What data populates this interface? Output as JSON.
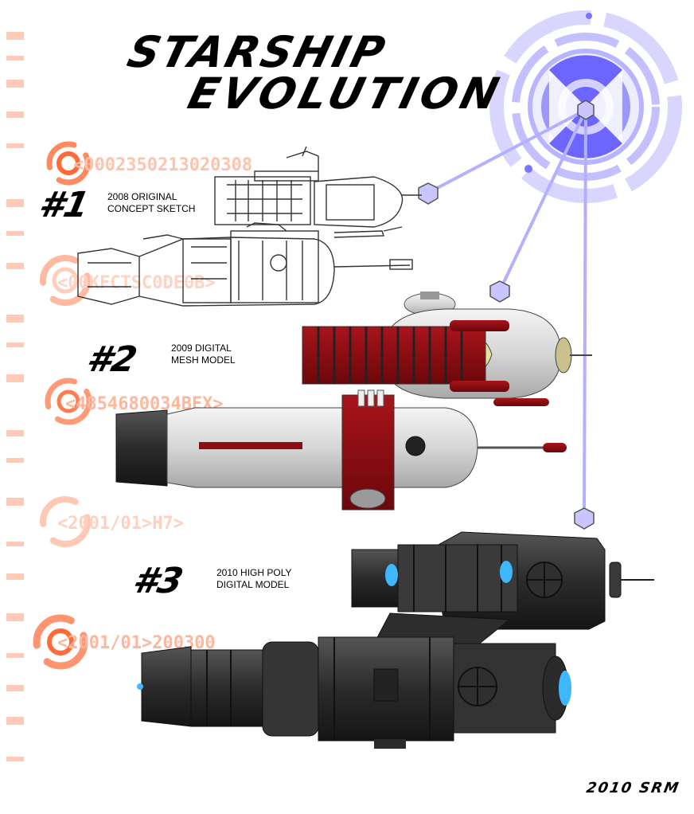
{
  "title": {
    "line1": "STARSHIP",
    "line2": "EVOLUTION"
  },
  "stages": [
    {
      "number": "#1",
      "line1": "2008 ORIGINAL",
      "line2": "CONCEPT SKETCH"
    },
    {
      "number": "#2",
      "line1": "2009 DIGITAL",
      "line2": "MESH MODEL"
    },
    {
      "number": "#3",
      "line1": "2010 HIGH POLY",
      "line2": "DIGITAL MODEL"
    }
  ],
  "background_codes": [
    "<0002350213020308",
    "<00KFCTSC0DE0B>",
    "<4854680034BEX>",
    "<2001/01>H7>",
    "<2001/01>200300"
  ],
  "credit": "2010 SRM",
  "colors": {
    "accent_orange": "#ff6a3a",
    "faint_orange": "#ffb9a0",
    "hud_purple": "#7b74ff",
    "hud_light": "#c9c6ff",
    "sketch_line": "#333333",
    "mesh_red": "#8c0d12",
    "mesh_silver": "#d8d8d8",
    "hull_dark": "#2a2a2a",
    "engine_glow": "#3fb7ff"
  }
}
